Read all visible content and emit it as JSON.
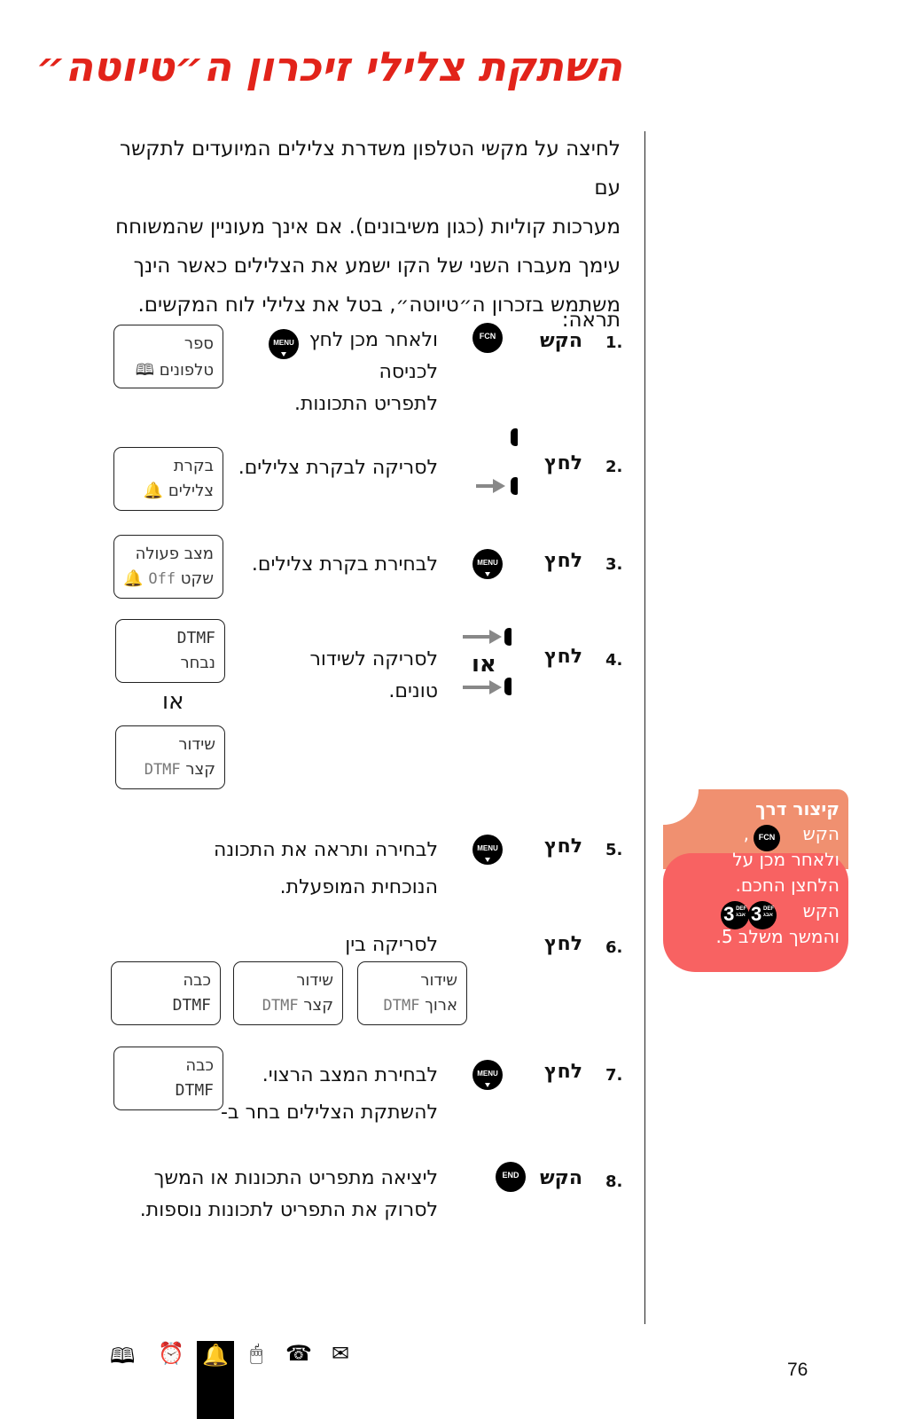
{
  "title": "השתקת צלילי זיכרון ה״טיוטה״",
  "intro": {
    "lines": [
      "לחיצה על מקשי הטלפון משדרת צלילים המיועדים לתקשר עם",
      "מערכות קוליות (כגון משיבונים). אם אינך מעוניין שהמשוחח",
      "עימך מעברו השני של הקו ישמע את הצלילים כאשר הינך",
      "משתמש בזכרון ה״טיוטה״, בטל את צלילי לוח המקשים."
    ],
    "continued": "תראה:"
  },
  "keys": {
    "fcn": "FCN",
    "menu": "MENU",
    "end": "END",
    "key3": "3",
    "key3_small": "DEF\nאבג"
  },
  "or_label": "או",
  "steps": [
    {
      "num": "1.",
      "verb": "הקש",
      "desc": [
        "ולאחר מכן לחץ",
        "לכניסה",
        "לתפריט התכונות."
      ]
    },
    {
      "num": "2.",
      "verb": "לחץ",
      "desc": [
        "לסריקה לבקרת צלילים."
      ]
    },
    {
      "num": "3.",
      "verb": "לחץ",
      "desc": [
        "לבחירת בקרת צלילים."
      ]
    },
    {
      "num": "4.",
      "verb": "לחץ",
      "desc": [
        "לסריקה לשידור",
        "טונים."
      ]
    },
    {
      "num": "5.",
      "verb": "לחץ",
      "desc": [
        "לבחירה ותראה את התכונה",
        "הנוכחית המופעלת."
      ]
    },
    {
      "num": "6.",
      "verb": "לחץ",
      "desc": [
        "לסריקה בין"
      ]
    },
    {
      "num": "7.",
      "verb": "לחץ",
      "desc": [
        "לבחירת המצב הרצוי.",
        "להשתקת הצלילים בחר ב-"
      ]
    },
    {
      "num": "8.",
      "verb": "הקש",
      "desc": [
        "ליציאה מתפריט התכונות או המשך",
        "לסרוק את התפריט לתכונות נוספות."
      ]
    }
  ],
  "displays": {
    "phonebook": {
      "l1": "ספר",
      "l2": "טלפונים"
    },
    "tones": {
      "l1": "בקרת",
      "l2": "צלילים"
    },
    "mode": {
      "l1": "מצב פעולה",
      "l2_he": "שקט",
      "l2_en": "Off"
    },
    "dtmf_select": {
      "l1": "DTMF",
      "l2": "נבחר"
    },
    "dtmf_short": {
      "l1": "שידור",
      "l2_en": "DTMF",
      "l2_he": "קצר"
    },
    "dtmf_long": {
      "l1": "שידור",
      "l2_en": "DTMF",
      "l2_he": "ארוך"
    },
    "dtmf_off": {
      "l1": "כבה",
      "l2": "DTMF"
    }
  },
  "shortcut": {
    "heading": "קיצור דרך",
    "line1": "הקש",
    "line2": "ולאחר מכן על",
    "line3": "הלחצן החכם.",
    "line4": "הקש",
    "line5": "והמשך משלב 5."
  },
  "page_number": "76",
  "footer_icons": [
    "phonebook-icon",
    "alarm-clock-icon",
    "bell-icon",
    "mouse-icon",
    "telephone-icon",
    "envelope-icon"
  ]
}
